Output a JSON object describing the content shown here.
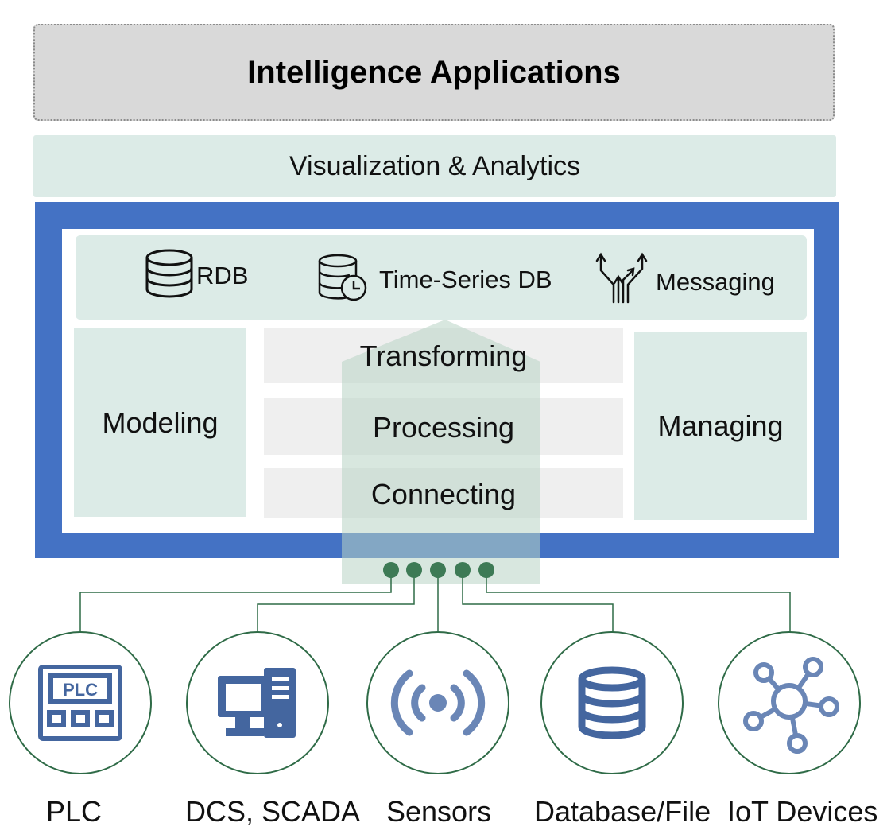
{
  "header": {
    "title": "Intelligence Applications"
  },
  "analytics": {
    "label": "Visualization & Analytics"
  },
  "storage": [
    {
      "label": "RDB",
      "icon": "database-stack-icon"
    },
    {
      "label": "Time-Series DB",
      "icon": "timeseries-db-icon"
    },
    {
      "label": "Messaging",
      "icon": "messaging-arrows-icon"
    }
  ],
  "side": {
    "left": "Modeling",
    "right": "Managing"
  },
  "layers": [
    "Transforming",
    "Processing",
    "Connecting"
  ],
  "sources": [
    {
      "label": "PLC",
      "icon": "plc-icon"
    },
    {
      "label": "DCS, SCADA",
      "icon": "computer-icon"
    },
    {
      "label": "Sensors",
      "icon": "sensor-signal-icon"
    },
    {
      "label": "Database/File",
      "icon": "database-icon"
    },
    {
      "label": "IoT Devices",
      "icon": "iot-network-icon"
    }
  ],
  "colors": {
    "platform_blue": "#4472c4",
    "panel_mint": "#dcebe7",
    "header_gray": "#d9d9d9",
    "connector_green": "#2f6b47",
    "icon_blue": "#44669f"
  }
}
